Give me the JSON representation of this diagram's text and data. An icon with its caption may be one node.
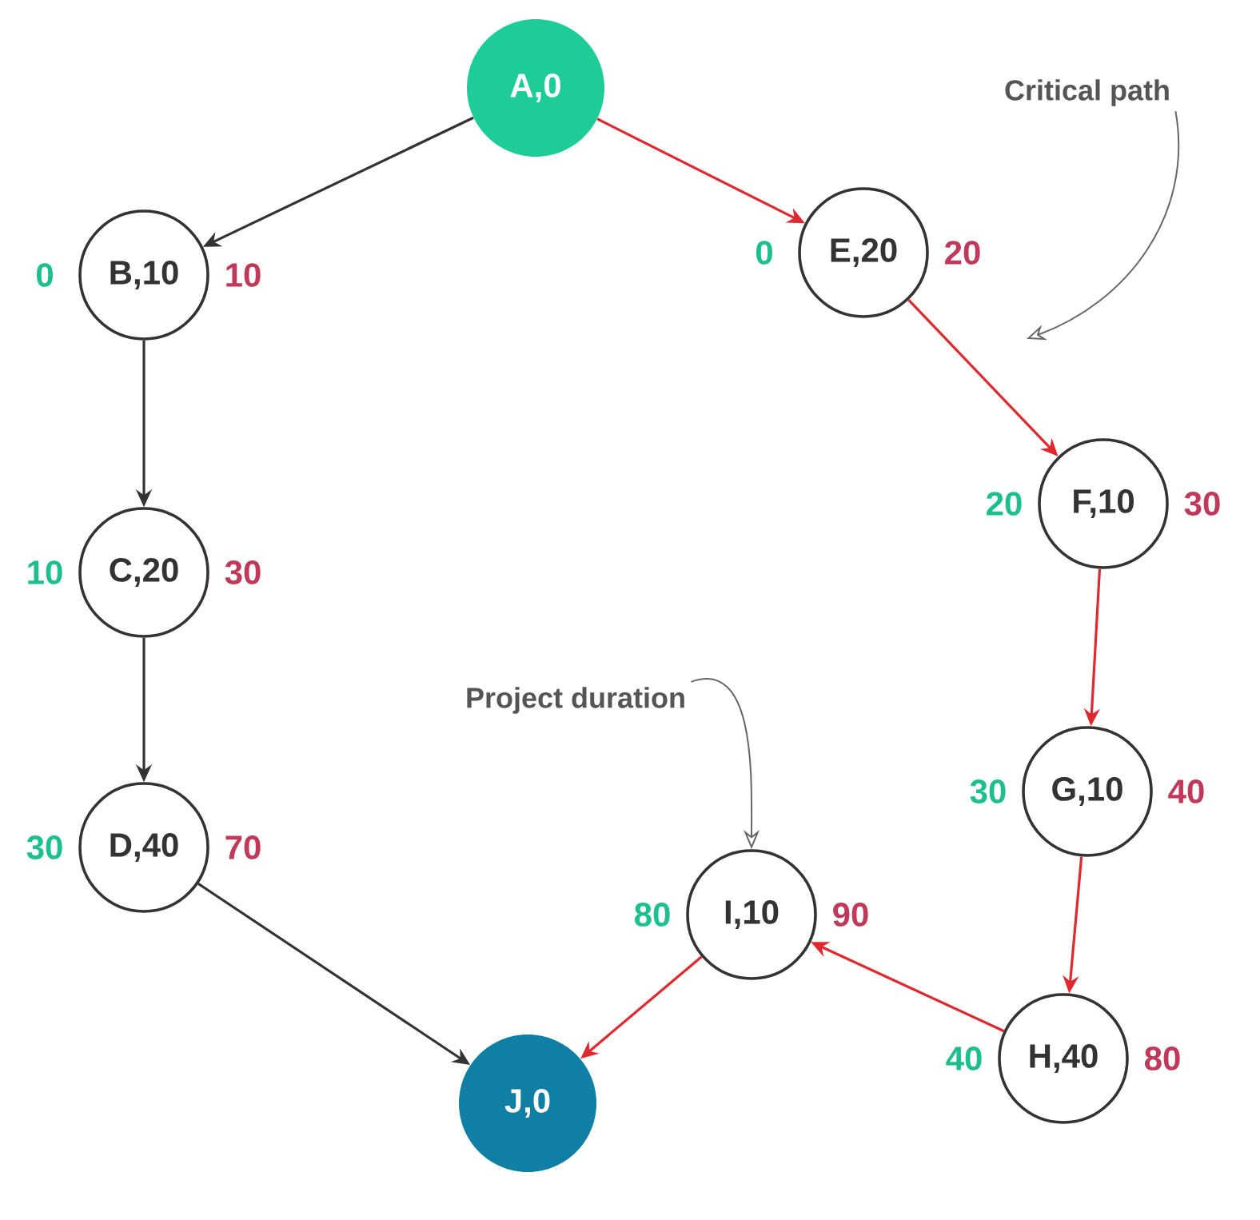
{
  "diagram": {
    "nodes": [
      {
        "text": [
          "A,0"
        ]
      },
      {
        "text": [
          "B,10"
        ],
        "beside": [
          "0",
          "10"
        ]
      },
      {
        "text": [
          "C,20"
        ],
        "beside": [
          "10",
          "30"
        ]
      },
      {
        "text": [
          "D,40"
        ],
        "beside": [
          "30",
          "70"
        ]
      },
      {
        "text": [
          "E,20"
        ],
        "beside": [
          "0",
          "20"
        ]
      },
      {
        "text": [
          "F,10"
        ],
        "beside": [
          "20",
          "30"
        ]
      },
      {
        "text": [
          "G,10"
        ],
        "beside": [
          "30",
          "40"
        ]
      },
      {
        "text": [
          "H,40"
        ],
        "beside": [
          "40",
          "80"
        ]
      },
      {
        "text": [
          "I,10"
        ],
        "beside": [
          "80",
          "90"
        ]
      },
      {
        "text": [
          "J,0"
        ]
      },
      {
        "text": [
          "Critical path"
        ]
      },
      {
        "text": [
          "Project duration"
        ]
      }
    ],
    "edges": [
      {
        "from": 0,
        "to": 1,
        "arrow": "to",
        "color": "#333333"
      },
      {
        "from": 0,
        "to": 4,
        "arrow": "to"
      },
      {
        "from": 1,
        "to": 2,
        "arrow": "to",
        "color": "#333333"
      },
      {
        "from": 2,
        "to": 3,
        "arrow": "to",
        "color": "#333333"
      },
      {
        "from": 3,
        "to": 9,
        "arrow": "to",
        "color": "#333333"
      },
      {
        "from": 4,
        "to": 5,
        "arrow": "to"
      },
      {
        "from": 5,
        "to": 6,
        "arrow": "to"
      },
      {
        "from": 6,
        "to": 7,
        "arrow": "to"
      },
      {
        "from": 7,
        "to": 8,
        "arrow": "to"
      },
      {
        "from": 8,
        "to": 9,
        "arrow": "to"
      },
      {
        "from": 10,
        "to": null,
        "arrow": "to",
        "color": "#666666"
      },
      {
        "from": 11,
        "to": 8,
        "arrow": "to",
        "color": "#666666"
      }
    ]
  }
}
